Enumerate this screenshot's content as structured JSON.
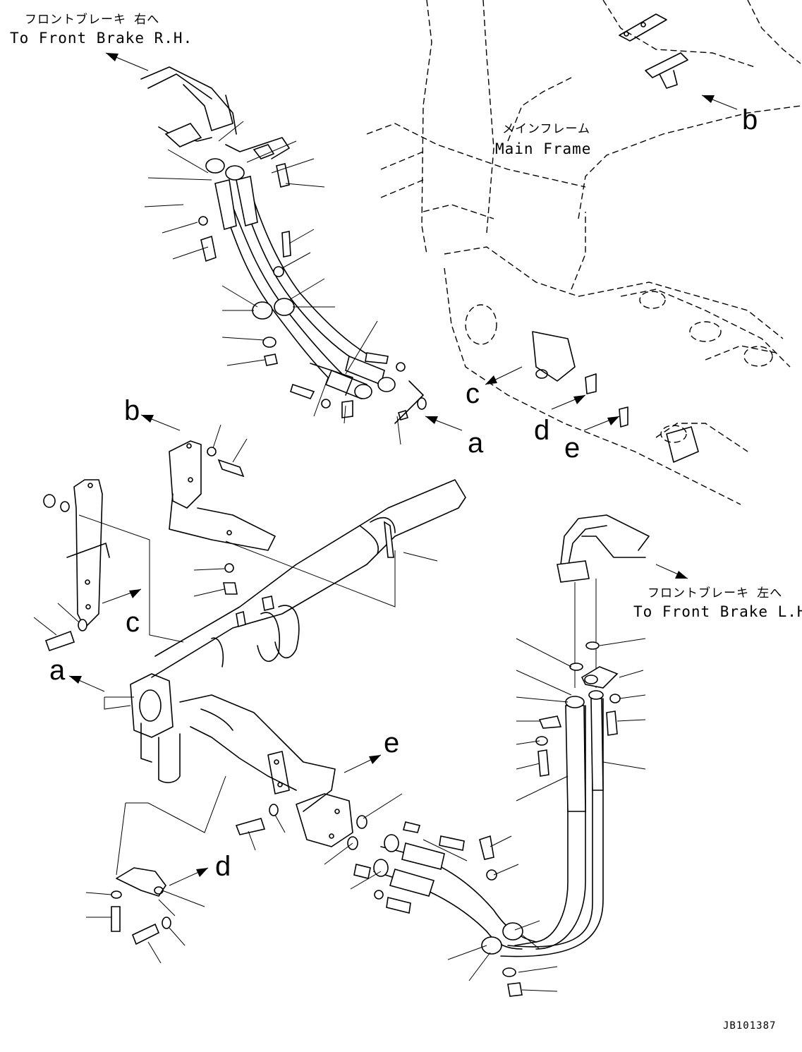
{
  "title": "",
  "colors": {
    "ink": "#000000",
    "paper": "#ffffff"
  },
  "labels": {
    "brake_rh_jp": "フロントブレーキ 右へ",
    "brake_rh_en": "To Front Brake R.H.",
    "brake_lh_jp": "フロントブレーキ 左へ",
    "brake_lh_en": "To Front Brake L.H.",
    "main_frame_jp": "メインフレーム",
    "main_frame_en": "Main Frame",
    "drawing_code": "JB101387"
  },
  "refs": {
    "a_upper": "a",
    "b_upper": "b",
    "c_upper": "c",
    "d_upper": "d",
    "e_upper": "e",
    "b_lower": "b",
    "c_lower": "c",
    "a_lower": "a",
    "e_lower": "e",
    "d_lower": "d"
  }
}
